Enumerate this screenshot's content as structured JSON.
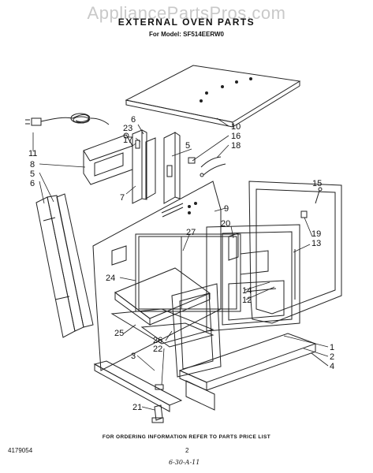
{
  "watermark": "AppliancePartsPros.com",
  "title": "EXTERNAL OVEN PARTS",
  "subtitle": "For Model: SF514EERW0",
  "footer_note": "FOR ORDERING INFORMATION REFER TO PARTS PRICE LIST",
  "doc_number": "4179054",
  "page_number": "2",
  "handwritten_date": "6-30-A-11",
  "callouts": [
    {
      "id": "11",
      "text": "11"
    },
    {
      "id": "8",
      "text": "8"
    },
    {
      "id": "5a",
      "text": "5"
    },
    {
      "id": "6a",
      "text": "6"
    },
    {
      "id": "23",
      "text": "23"
    },
    {
      "id": "6b",
      "text": "6"
    },
    {
      "id": "17",
      "text": "17"
    },
    {
      "id": "5b",
      "text": "5"
    },
    {
      "id": "7",
      "text": "7"
    },
    {
      "id": "10",
      "text": "10"
    },
    {
      "id": "16",
      "text": "16"
    },
    {
      "id": "18",
      "text": "18"
    },
    {
      "id": "9",
      "text": "9"
    },
    {
      "id": "15",
      "text": "15"
    },
    {
      "id": "27",
      "text": "27"
    },
    {
      "id": "20",
      "text": "20"
    },
    {
      "id": "19",
      "text": "19"
    },
    {
      "id": "13",
      "text": "13"
    },
    {
      "id": "24",
      "text": "24"
    },
    {
      "id": "14",
      "text": "14"
    },
    {
      "id": "12",
      "text": "12"
    },
    {
      "id": "25",
      "text": "25"
    },
    {
      "id": "26",
      "text": "26"
    },
    {
      "id": "22",
      "text": "22"
    },
    {
      "id": "3",
      "text": "3"
    },
    {
      "id": "1",
      "text": "1"
    },
    {
      "id": "2",
      "text": "2"
    },
    {
      "id": "4",
      "text": "4"
    },
    {
      "id": "21",
      "text": "21"
    }
  ]
}
